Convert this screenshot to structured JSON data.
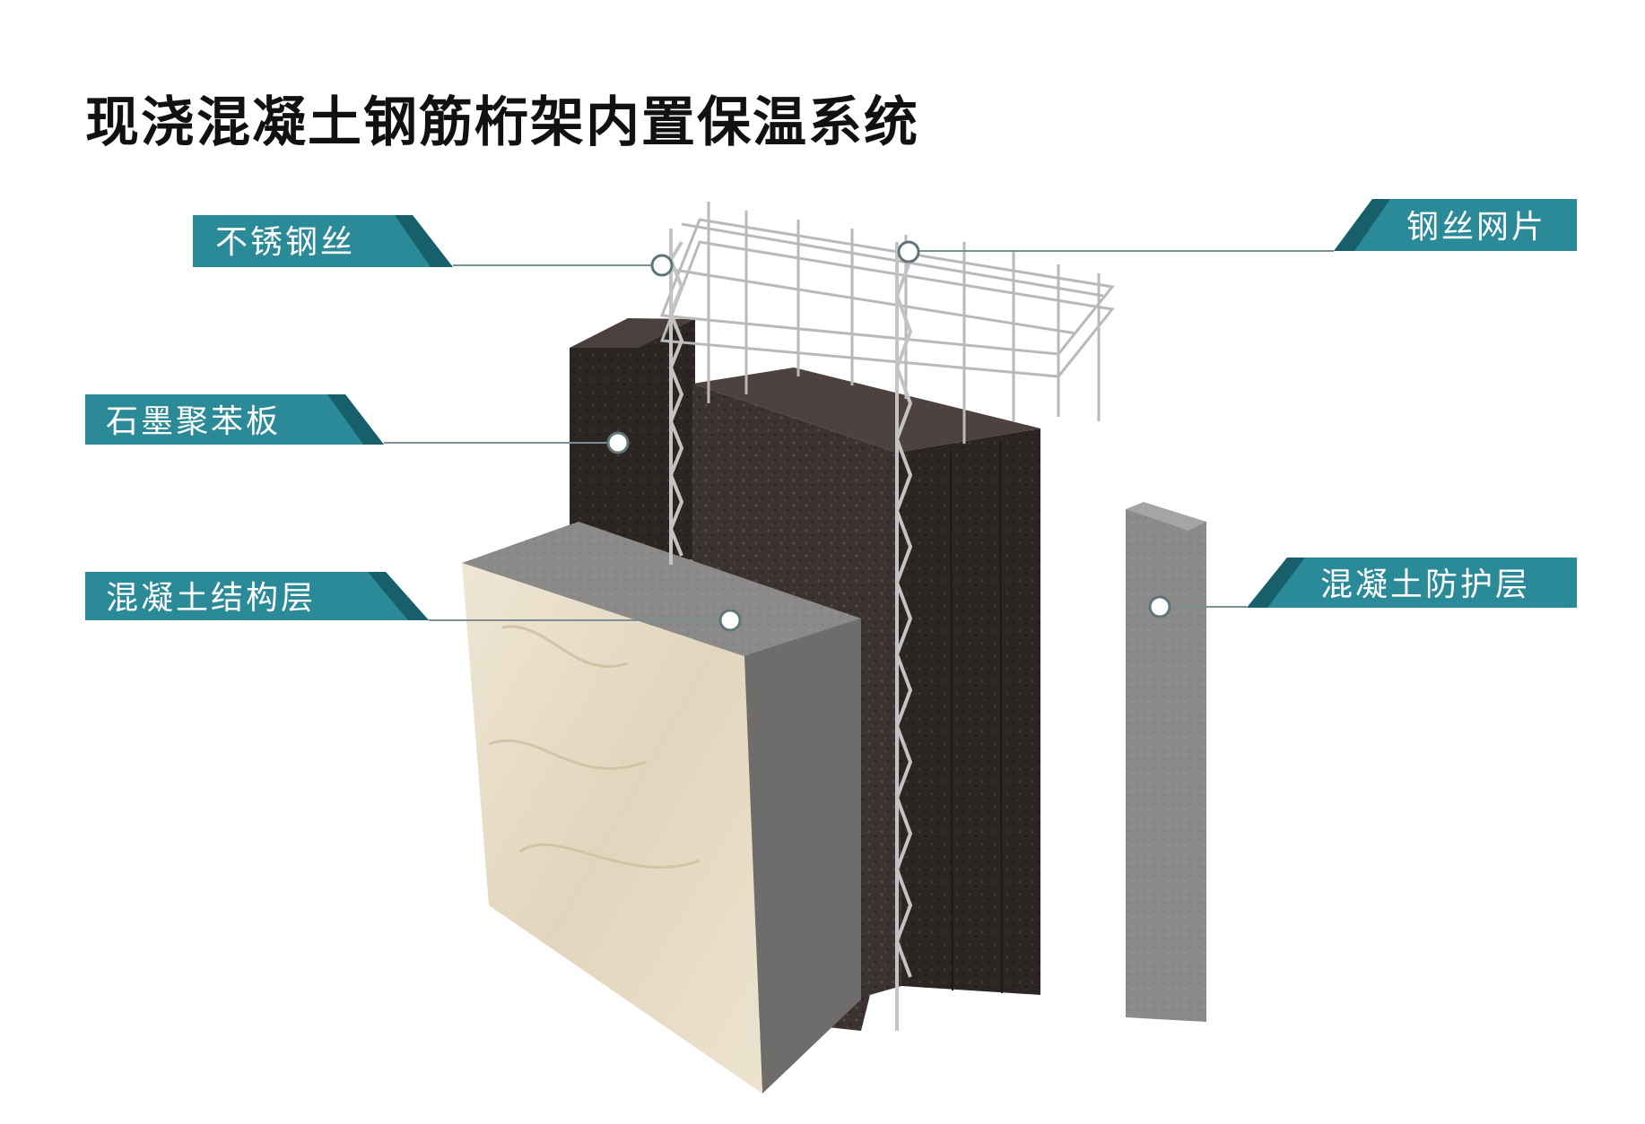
{
  "title": "现浇混凝土钢筋桁架内置保温系统",
  "colors": {
    "label_bg": "#2a8a98",
    "label_dark": "#175f6b",
    "leader": "#7d8f95",
    "foam": "#3a3230",
    "concrete": "#8a8a8a",
    "marble": "#e7dcc8",
    "wire": "#b8b8b8"
  },
  "labels": {
    "stainless_wire": "不锈钢丝",
    "graphite_eps": "石墨聚苯板",
    "structural_concrete": "混凝土结构层",
    "wire_mesh": "钢丝网片",
    "protective_concrete": "混凝土防护层"
  }
}
